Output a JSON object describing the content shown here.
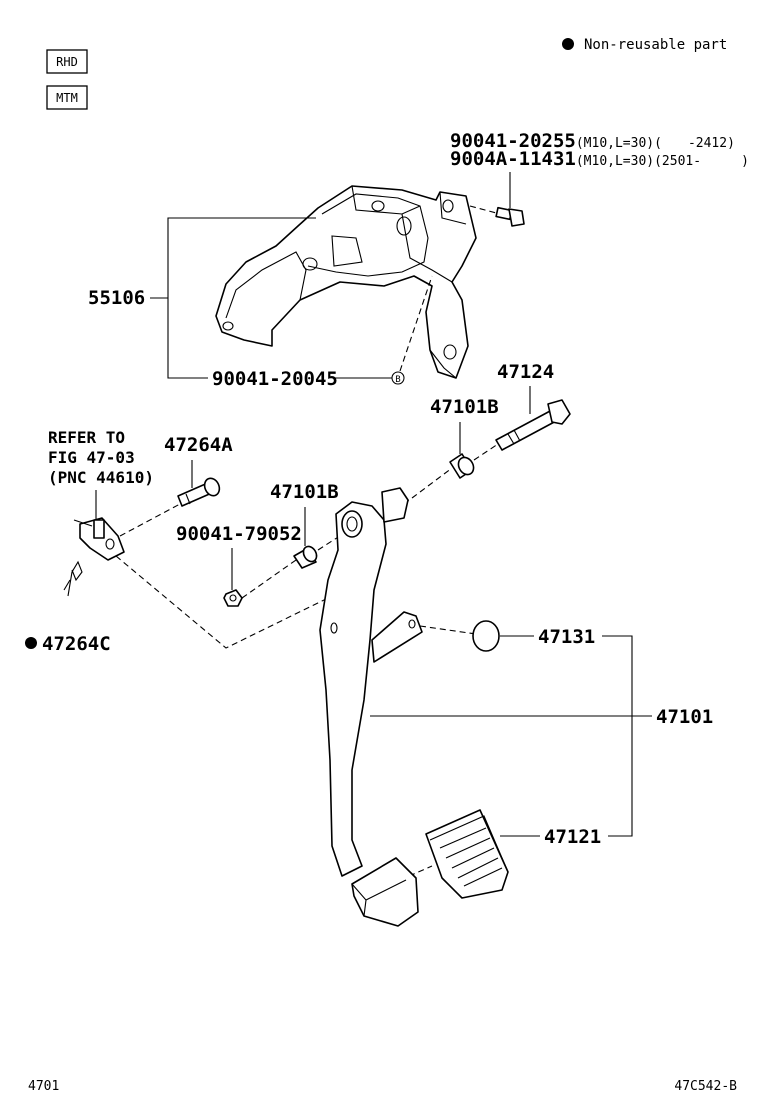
{
  "legend": {
    "non_reusable": "Non-reusable part"
  },
  "tags": {
    "rhd": "RHD",
    "mtm": "MTM"
  },
  "refer": {
    "line1": "REFER TO",
    "line2": "FIG 47-03",
    "line3": "(PNC 44610)"
  },
  "parts": {
    "p90041_20255": {
      "number": "90041-20255",
      "spec": "(M10,L=30)(",
      "range": "-2412)"
    },
    "p9004a_11431": {
      "number": "9004A-11431",
      "spec": "(M10,L=30)(2501-",
      "range": ")"
    },
    "p55106": "55106",
    "p90041_20045": "90041-20045",
    "p47124": "47124",
    "p47101b_top": "47101B",
    "p47264a": "47264A",
    "p47101b_mid": "47101B",
    "p90041_79052": "90041-79052",
    "p47264c": "47264C",
    "p47131": "47131",
    "p47101": "47101",
    "p47121": "47121"
  },
  "callout_b": "B",
  "footer": {
    "left": "4701",
    "right": "47C542-B"
  },
  "colors": {
    "ink": "#000000",
    "paper": "#ffffff"
  }
}
